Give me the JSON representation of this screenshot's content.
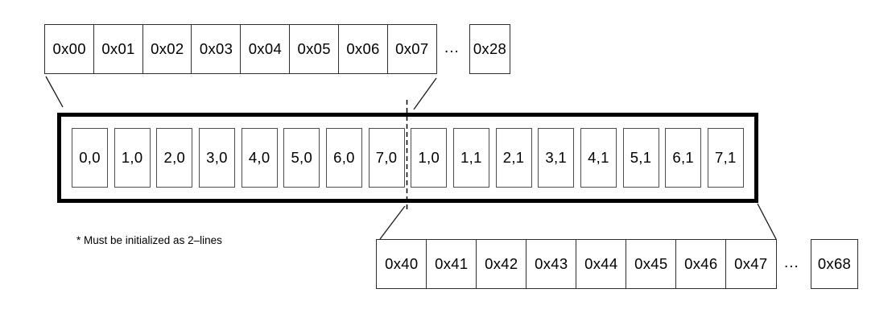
{
  "colors": {
    "ink": "#000000",
    "background": "#ffffff"
  },
  "top_row": {
    "cells": [
      "0x00",
      "0x01",
      "0x02",
      "0x03",
      "0x04",
      "0x05",
      "0x06",
      "0x07"
    ],
    "ellipsis": "...",
    "end_cell": "0x28"
  },
  "display_buffer": {
    "cells": [
      "0,0",
      "1,0",
      "2,0",
      "3,0",
      "4,0",
      "5,0",
      "6,0",
      "7,0",
      "1,0",
      "1,1",
      "2,1",
      "3,1",
      "4,1",
      "5,1",
      "6,1",
      "7,1"
    ]
  },
  "bottom_row": {
    "cells": [
      "0x40",
      "0x41",
      "0x42",
      "0x43",
      "0x44",
      "0x45",
      "0x46",
      "0x47"
    ],
    "ellipsis": "...",
    "end_cell": "0x68"
  },
  "footnote": "* Must be initialized as 2–lines"
}
